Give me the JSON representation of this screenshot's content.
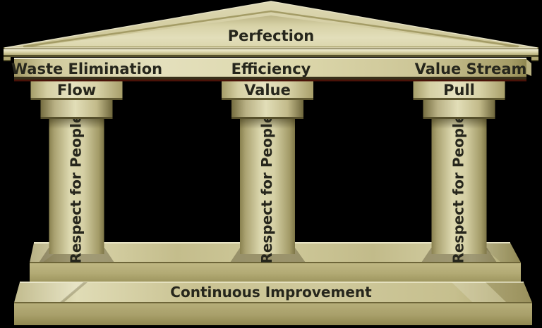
{
  "diagram": {
    "pediment": {
      "label": "Perfection"
    },
    "entablature": {
      "labels": [
        "Waste Elimination",
        "Efficiency",
        "Value Stream"
      ]
    },
    "capitals": {
      "labels": [
        "Flow",
        "Value",
        "Pull"
      ]
    },
    "pillars": {
      "label": "Respect for People"
    },
    "foundation": {
      "label": "Continuous Improvement"
    }
  },
  "colors": {
    "background": "#000000",
    "stone_highlight": "#e6e2c0",
    "stone_light": "#d8d3a8",
    "stone_mid": "#b2aa74",
    "stone_dark": "#8f8751",
    "edge_dark": "#38301a",
    "beam_shadow_line": "#4a1208",
    "text": "#26261c"
  }
}
